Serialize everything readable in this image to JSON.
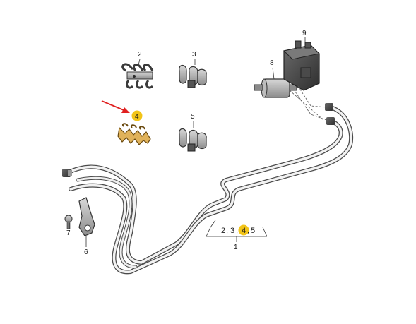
{
  "diagram": {
    "callouts": {
      "part_2": "2",
      "part_3": "3",
      "part_4": "4",
      "part_5": "5",
      "part_6": "6",
      "part_7": "7",
      "part_8": "8",
      "part_9": "9",
      "part_1": "1"
    },
    "group_label": {
      "a": "2",
      "sep1": ",",
      "b": "3",
      "sep2": ",",
      "c": "4",
      "sep3": ",",
      "d": "5"
    },
    "highlight_color": "#f2c418",
    "arrow_color": "#e02020",
    "highlighted_part": "4"
  }
}
